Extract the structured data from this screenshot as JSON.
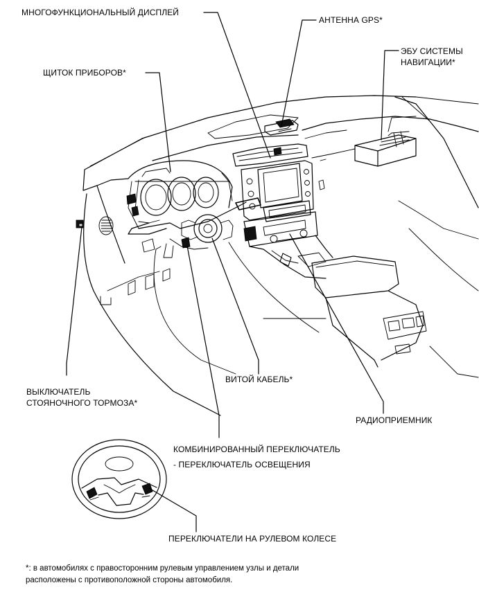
{
  "labels": {
    "multi_display": "МНОГОФУНКЦИОНАЛЬНЫЙ ДИСПЛЕЙ",
    "gps_antenna": "АНТЕННА GPS*",
    "nav_ecu_line1": "ЭБУ СИСТЕМЫ",
    "nav_ecu_line2": "НАВИГАЦИИ*",
    "instrument_panel": "ЩИТОК ПРИБОРОВ*",
    "parking_brake_line1": "ВЫКЛЮЧАТЕЛЬ",
    "parking_brake_line2": "СТОЯНОЧНОГО ТОРМОЗА*",
    "spiral_cable": "ВИТОЙ КАБЕЛЬ*",
    "radio": "РАДИОПРИЕМНИК",
    "combination_switch": "КОМБИНИРОВАННЫЙ ПЕРЕКЛЮЧАТЕЛЬ",
    "light_switch": "- ПЕРЕКЛЮЧАТЕЛЬ ОСВЕЩЕНИЯ",
    "steering_switches": "ПЕРЕКЛЮЧАТЕЛИ НА РУЛЕВОМ КОЛЕСЕ"
  },
  "footnote": {
    "line1": "*: в автомобилях с правосторонним рулевым управлением узлы и детали",
    "line2": "расположены с противоположной стороны автомобиля."
  }
}
